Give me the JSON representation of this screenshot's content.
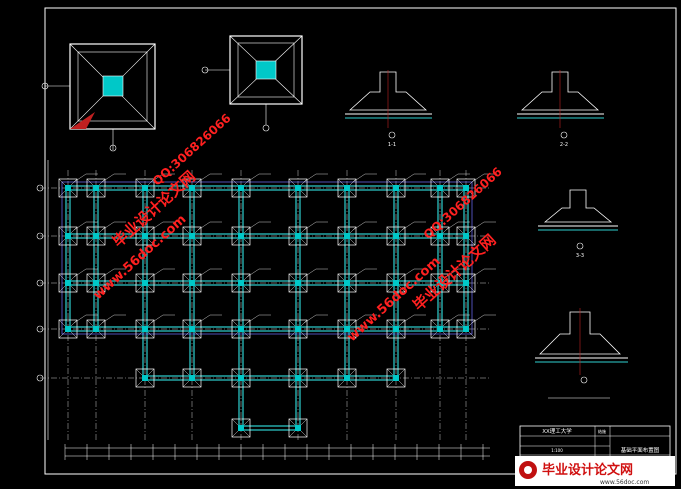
{
  "watermarks": {
    "site_cn": "毕业设计论文网",
    "url": "www.56doc.com",
    "qq": "QQ:306826066"
  },
  "section_labels": {
    "s1": "1-1",
    "s2": "2-2",
    "s3": "3-3"
  },
  "title_block": {
    "school": "XX理工大学",
    "drawing_name": "基础平面布置图",
    "discipline": "结施",
    "scale_label": "1:100"
  },
  "logo": {
    "name": "毕业设计论文网",
    "url": "www.56doc.com"
  },
  "colors": {
    "background": "#000000",
    "frame": "#ffffff",
    "foundation_beam": "#2fd0d0",
    "grid_line": "#c8c8c8",
    "watermark_text": "#ff2020",
    "footing_fill": "#00c8c8"
  }
}
